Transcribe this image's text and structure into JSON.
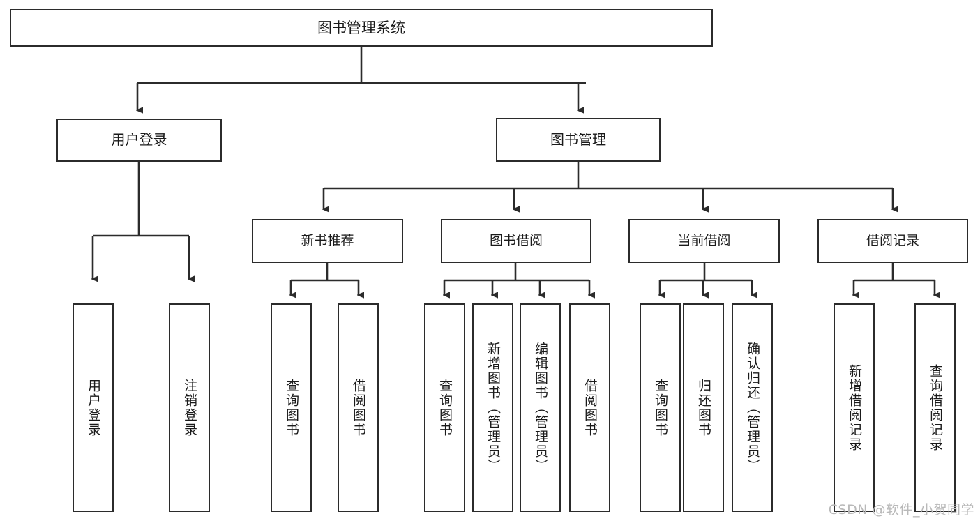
{
  "diagram": {
    "title": "图书管理系统",
    "watermark": "CSDN @软件_小贺同学",
    "line_color": "#2b2b2b",
    "box_fill": "#ffffff",
    "text_color": "#1a1a1a",
    "watermark_color": "#b9b9b9",
    "root": {
      "label": "图书管理系统"
    },
    "level2": [
      {
        "label": "用户登录"
      },
      {
        "label": "图书管理"
      }
    ],
    "level3": [
      {
        "label": "新书推荐"
      },
      {
        "label": "图书借阅"
      },
      {
        "label": "当前借阅"
      },
      {
        "label": "借阅记录"
      }
    ],
    "leaves": [
      {
        "label": "用户登录",
        "parent": "用户登录"
      },
      {
        "label": "注销登录",
        "parent": "用户登录"
      },
      {
        "label": "查询图书",
        "parent": "新书推荐"
      },
      {
        "label": "借阅图书",
        "parent": "新书推荐"
      },
      {
        "label": "查询图书",
        "parent": "图书借阅"
      },
      {
        "label": "新增图书（管理员）",
        "parent": "图书借阅"
      },
      {
        "label": "编辑图书（管理员）",
        "parent": "图书借阅"
      },
      {
        "label": "借阅图书",
        "parent": "图书借阅"
      },
      {
        "label": "查询图书",
        "parent": "当前借阅"
      },
      {
        "label": "归还图书",
        "parent": "当前借阅"
      },
      {
        "label": "确认归还（管理员）",
        "parent": "当前借阅"
      },
      {
        "label": "新增借阅记录",
        "parent": "借阅记录"
      },
      {
        "label": "查询借阅记录",
        "parent": "借阅记录"
      }
    ]
  }
}
